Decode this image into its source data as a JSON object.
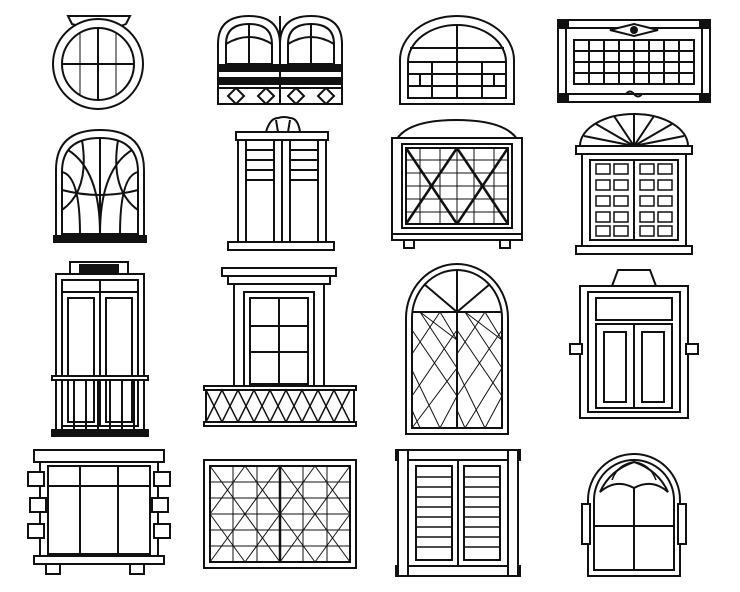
{
  "image": {
    "background": "#ffffff",
    "stroke_color": "#111111",
    "fill_color": "#ffffff",
    "grid": {
      "rows": 4,
      "columns": 4
    }
  },
  "windows": [
    {
      "name": "round-window-with-crown-top",
      "icon": "window-icon"
    },
    {
      "name": "double-arched-window-with-diamond-panels",
      "icon": "window-icon"
    },
    {
      "name": "semicircle-arched-window-with-grid",
      "icon": "window-icon"
    },
    {
      "name": "ornate-framed-rectangular-window",
      "icon": "window-icon"
    },
    {
      "name": "gothic-arched-window",
      "icon": "window-icon"
    },
    {
      "name": "shuttered-window-with-shell-crest",
      "icon": "window-icon"
    },
    {
      "name": "cross-braced-window-with-cornice",
      "icon": "window-icon"
    },
    {
      "name": "fan-topped-grid-window",
      "icon": "window-icon"
    },
    {
      "name": "tall-french-window-with-balcony-rail",
      "icon": "window-icon"
    },
    {
      "name": "window-with-lattice-balcony",
      "icon": "window-icon"
    },
    {
      "name": "tall-arched-lattice-window",
      "icon": "window-icon"
    },
    {
      "name": "framed-window-with-side-brackets",
      "icon": "window-icon"
    },
    {
      "name": "stone-block-framed-window",
      "icon": "window-icon"
    },
    {
      "name": "wide-lattice-window",
      "icon": "window-icon"
    },
    {
      "name": "louvered-shutter-window",
      "icon": "window-icon"
    },
    {
      "name": "arched-window-with-drape-top",
      "icon": "window-icon"
    }
  ]
}
